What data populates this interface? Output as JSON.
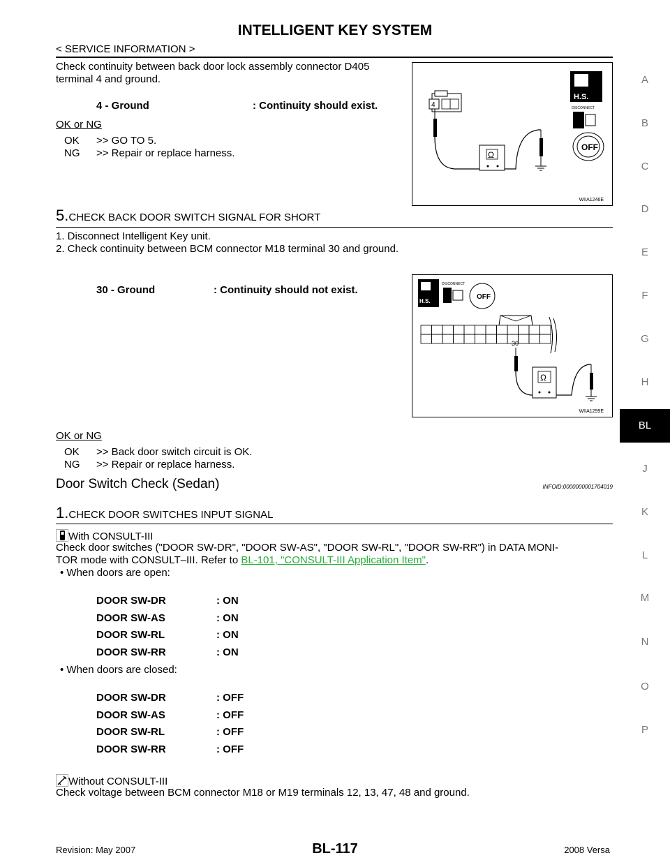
{
  "header": {
    "title": "INTELLIGENT KEY SYSTEM",
    "subtitle": "< SERVICE INFORMATION >"
  },
  "sidebar": {
    "letters": [
      "A",
      "B",
      "C",
      "D",
      "E",
      "F",
      "G",
      "H",
      "BL",
      "J",
      "K",
      "L",
      "M",
      "N",
      "O",
      "P"
    ],
    "active": "BL"
  },
  "step4": {
    "text_line1": "Check continuity between back door lock assembly connector D405",
    "text_line2": "terminal 4 and ground.",
    "spec_left": "4 - Ground",
    "spec_right": ": Continuity should exist.",
    "ok_or_ng": "OK or NG",
    "ok_label": "OK",
    "ok_text": ">> GO TO 5.",
    "ng_label": "NG",
    "ng_text": ">> Repair or replace harness.",
    "figure": {
      "code": "WIIA1246E",
      "terminal": "4",
      "hs": "H.S.",
      "disconnect": "DISCONNECT",
      "off": "OFF",
      "ohm": "Ω"
    }
  },
  "step5": {
    "number": "5.",
    "title": "CHECK BACK DOOR SWITCH SIGNAL FOR SHORT",
    "item1": "1.  Disconnect Intelligent Key unit.",
    "item2": "2.  Check continuity between BCM connector M18 terminal 30 and ground.",
    "spec_left": "30 - Ground",
    "spec_right": ": Continuity should not exist.",
    "ok_or_ng": "OK or NG",
    "ok_label": "OK",
    "ok_text": ">> Back door switch circuit is OK.",
    "ng_label": "NG",
    "ng_text": ">> Repair or replace harness.",
    "figure": {
      "code": "WIIA1299E",
      "terminal": "30",
      "hs": "H.S.",
      "disconnect": "DISCONNECT",
      "off": "OFF",
      "ohm": "Ω"
    }
  },
  "section": {
    "title": "Door Switch Check (Sedan)",
    "infoid": "INFOID:0000000001704019"
  },
  "step1": {
    "number": "1.",
    "title": "CHECK DOOR SWITCHES INPUT SIGNAL",
    "with_label": "With CONSULT-III",
    "with_text1": "Check door switches (\"DOOR SW-DR\", \"DOOR SW-AS\", \"DOOR SW-RL\", \"DOOR SW-RR\") in DATA MONI-",
    "with_text2_pre": "TOR mode with CONSULT–III. Refer to ",
    "with_link": "BL-101, \"CONSULT-III Application Item\"",
    "with_text2_post": ".",
    "open_bullet": "•  When doors are open:",
    "open_rows": [
      {
        "name": "DOOR SW-DR",
        "value": ": ON"
      },
      {
        "name": "DOOR SW-AS",
        "value": ": ON"
      },
      {
        "name": "DOOR SW-RL",
        "value": ": ON"
      },
      {
        "name": "DOOR SW-RR",
        "value": ": ON"
      }
    ],
    "closed_bullet": "•  When doors are closed:",
    "closed_rows": [
      {
        "name": "DOOR SW-DR",
        "value": ": OFF"
      },
      {
        "name": "DOOR SW-AS",
        "value": ": OFF"
      },
      {
        "name": "DOOR SW-RL",
        "value": ": OFF"
      },
      {
        "name": "DOOR SW-RR",
        "value": ": OFF"
      }
    ],
    "without_label": "Without CONSULT-III",
    "without_text": "Check voltage between BCM connector M18 or M19 terminals 12, 13, 47, 48 and ground."
  },
  "footer": {
    "revision": "Revision: May 2007",
    "page": "BL-117",
    "model": "2008 Versa"
  }
}
